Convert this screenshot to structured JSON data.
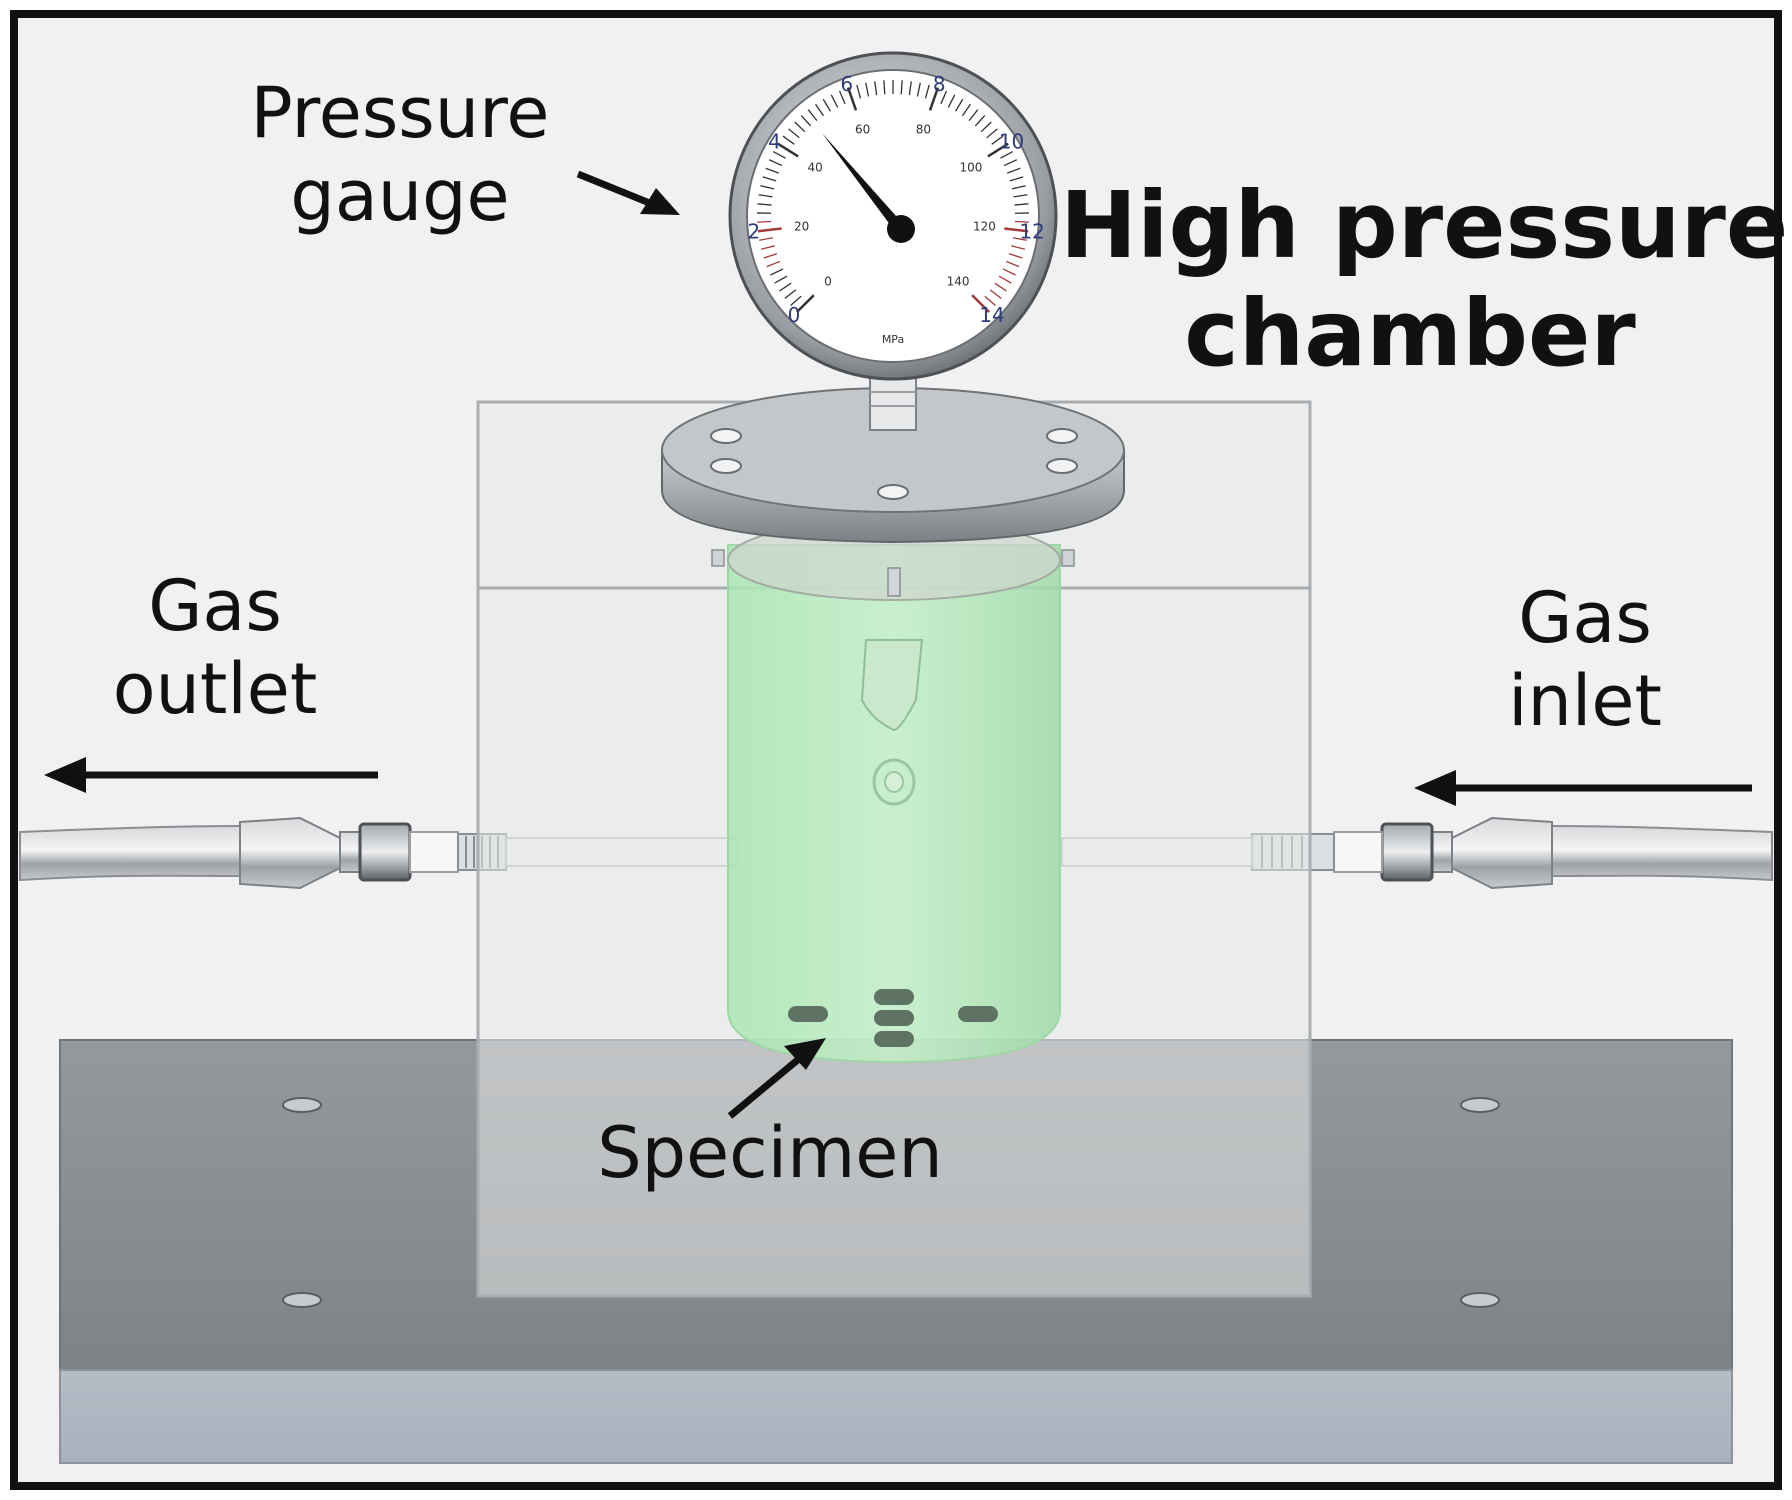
{
  "labels": {
    "pressure_gauge": "Pressure\ngauge",
    "title": "High pressure\nchamber",
    "gas_outlet": "Gas\noutlet",
    "gas_inlet": "Gas\ninlet",
    "specimen": "Specimen"
  },
  "gauge": {
    "outer_scale": [
      "0",
      "2",
      "4",
      "6",
      "8",
      "10",
      "12",
      "14"
    ],
    "inner_scale": [
      "0",
      "20",
      "40",
      "60",
      "80",
      "100",
      "120",
      "140"
    ],
    "unit": "MPa"
  },
  "colors": {
    "chamber_green": "#9fe0a8",
    "base_plate": "#8e9296",
    "enclosure": "#d9dadb",
    "arrow": "#111111"
  }
}
